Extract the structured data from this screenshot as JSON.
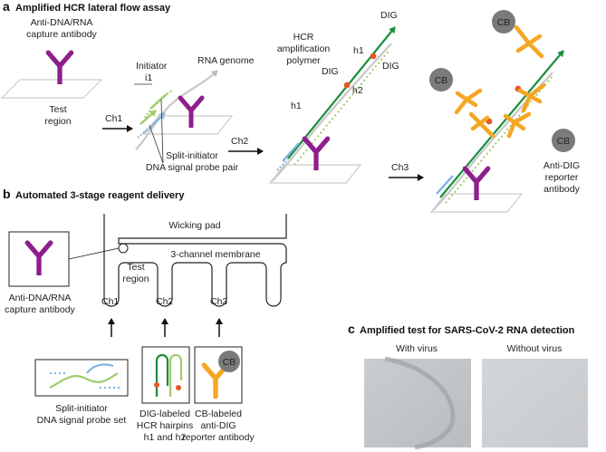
{
  "panel_a": {
    "letter": "a",
    "title": "Amplified HCR lateral flow assay",
    "capture_antibody": [
      "Anti-DNA/RNA",
      "capture antibody"
    ],
    "test_region": [
      "Test",
      "region"
    ],
    "initiator": [
      "Initiator",
      "i1"
    ],
    "rna_genome": "RNA genome",
    "split_initiator": [
      "Split-initiator",
      "DNA signal probe pair"
    ],
    "hcr_polymer": [
      "HCR",
      "amplification",
      "polymer"
    ],
    "dig": "DIG",
    "h1": "h1",
    "h2": "h2",
    "cb": "CB",
    "reporter": [
      "Anti-DIG",
      "reporter",
      "antibody"
    ],
    "ch1": "Ch1",
    "ch2": "Ch2",
    "ch3": "Ch3"
  },
  "panel_b": {
    "letter": "b",
    "title": "Automated 3-stage reagent delivery",
    "wicking_pad": "Wicking pad",
    "membrane": "3-channel membrane",
    "test_region": [
      "Test",
      "region"
    ],
    "capture_antibody": [
      "Anti-DNA/RNA",
      "capture antibody"
    ],
    "ch1": "Ch1",
    "ch2": "Ch2",
    "ch3": "Ch3",
    "probe_set": [
      "Split-initiator",
      "DNA signal probe set"
    ],
    "hairpins": [
      "DIG-labeled",
      "HCR hairpins",
      "h1 and h2"
    ],
    "cb": "CB",
    "cb_antibody": [
      "CB-labeled",
      "anti-DIG",
      "reporter antibody"
    ]
  },
  "panel_c": {
    "letter": "c",
    "title": "Amplified test for SARS-CoV-2 RNA detection",
    "with_virus": "With virus",
    "without_virus": "Without virus"
  },
  "colors": {
    "antibody": "#8e1e8c",
    "reporter_antibody": "#f5a623",
    "green_strand": "#1a8f3c",
    "light_green": "#9fcc6b",
    "blue_strand": "#7fb3e0",
    "dig_dot": "#e8562a",
    "cb_circle": "#7a7a7a"
  }
}
